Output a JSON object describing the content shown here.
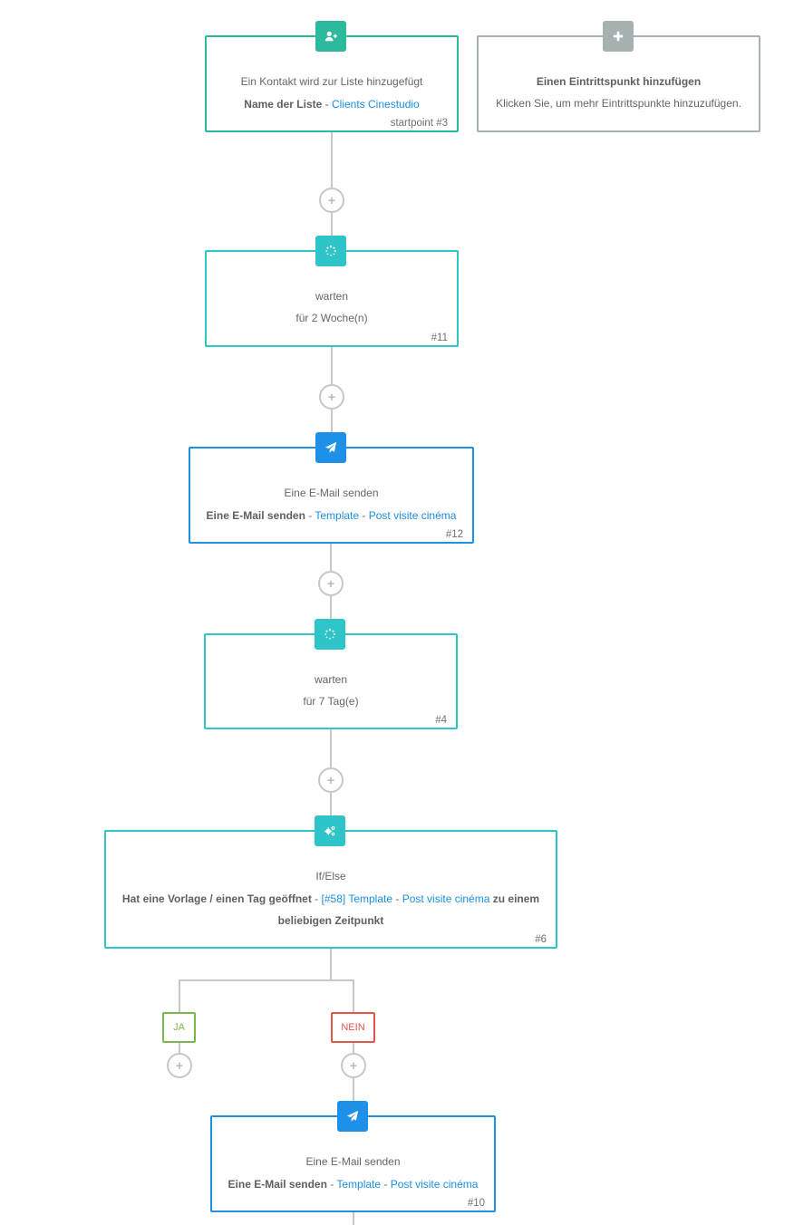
{
  "colors": {
    "list_green": "#2db99b",
    "wait_teal": "#2fc4c8",
    "email_blue": "#1e90e8",
    "entry_gray": "#a7b1b1",
    "link_blue": "#1a8fe3",
    "yes_green": "#78b94a",
    "no_red": "#e0574a",
    "connector_gray": "#c8c8c8"
  },
  "add_button_glyph": "+",
  "nodes": {
    "start": {
      "icon": "user-plus-icon",
      "title": "Ein Kontakt wird zur Liste hinzugefügt",
      "detail_label": "Name der Liste",
      "separator": " - ",
      "detail_link": "Clients Cinestudio",
      "tag": "startpoint #3"
    },
    "entry": {
      "icon": "plus-icon",
      "title": "Einen Eintrittspunkt hinzufügen",
      "subtitle": "Klicken Sie, um mehr Eintrittspunkte hinzuzufügen."
    },
    "wait1": {
      "icon": "spinner-icon",
      "title": "warten",
      "detail": "für 2 Woche(n)",
      "tag": "#11"
    },
    "email1": {
      "icon": "paper-plane-icon",
      "title": "Eine E-Mail senden",
      "detail_label": "Eine E-Mail senden",
      "separator": " - ",
      "link_a": "Template",
      "link_b": "Post visite cinéma",
      "tag": "#12"
    },
    "wait2": {
      "icon": "spinner-icon",
      "title": "warten",
      "detail": "für 7 Tag(e)",
      "tag": "#4"
    },
    "ifelse": {
      "icon": "gears-icon",
      "title": "If/Else",
      "label_start": "Hat eine Vorlage / einen Tag geöffnet",
      "separator": " - ",
      "link_a": "[#58] Template",
      "link_b": "Post visite cinéma",
      "label_end": " zu einem beliebigen Zeitpunkt",
      "tag": "#6"
    },
    "email2": {
      "icon": "paper-plane-icon",
      "title": "Eine E-Mail senden",
      "detail_label": "Eine E-Mail senden",
      "separator": " - ",
      "link_a": "Template",
      "link_b": "Post visite cinéma",
      "tag": "#10"
    }
  },
  "branches": {
    "yes": "JA",
    "no": "NEIN"
  }
}
